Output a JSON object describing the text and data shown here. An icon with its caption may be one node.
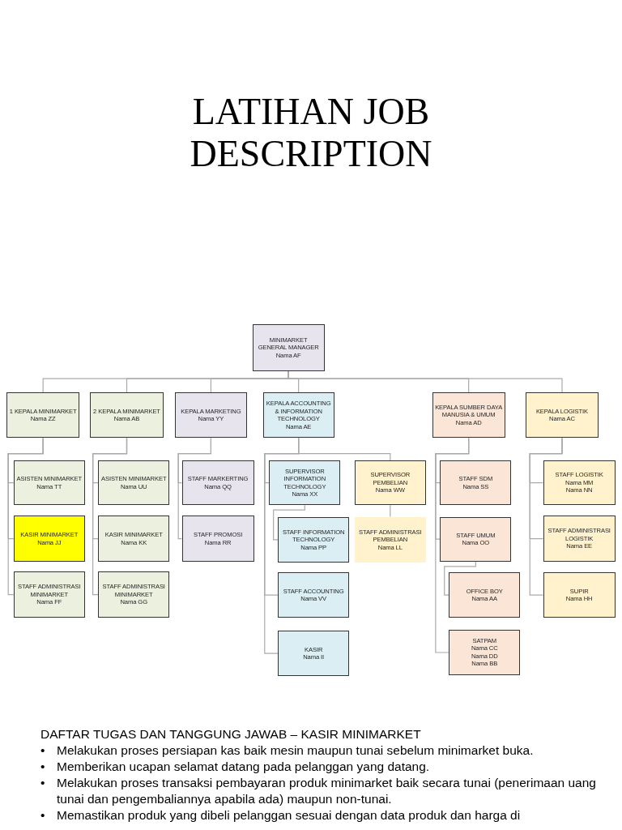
{
  "diagram": {
    "title": "LATIHAN JOB DESCRIPTION",
    "nodes": [
      {
        "text": [
          "MINIMARKET GENERAL MANAGER",
          "Nama AF"
        ]
      },
      {
        "text": [
          "1 KEPALA MINIMARKET",
          "Nama ZZ"
        ]
      },
      {
        "text": [
          "2 KEPALA MINIMARKET",
          "Nama AB"
        ]
      },
      {
        "text": [
          "KEPALA MARKETING",
          "Nama YY"
        ]
      },
      {
        "text": [
          "KEPALA ACCOUNTING & INFORMATION TECHNOLOGY",
          "Nama AE"
        ]
      },
      {
        "text": [
          "KEPALA SUMBER DAYA MANUSIA & UMUM",
          "Nama AD"
        ]
      },
      {
        "text": [
          "KEPALA LOGISTIK",
          "Nama AC"
        ]
      },
      {
        "text": [
          "ASISTEN MINIMARKET",
          "Nama TT"
        ]
      },
      {
        "text": [
          "KASIR MINIMARKET",
          "Nama JJ"
        ]
      },
      {
        "text": [
          "STAFF ADMINISTRASI MINIMARKET",
          "Nama FF"
        ]
      },
      {
        "text": [
          "ASISTEN MINIMARKET",
          "Nama UU"
        ]
      },
      {
        "text": [
          "KASIR MINIMARKET",
          "Nama KK"
        ]
      },
      {
        "text": [
          "STAFF ADMINISTRASI MINIMARKET",
          "Nama GG"
        ]
      },
      {
        "text": [
          "STAFF MARKERTING",
          "Nama QQ"
        ]
      },
      {
        "text": [
          "STAFF PROMOSI",
          "Nama RR"
        ]
      },
      {
        "text": [
          "SUPERVISOR INFORMATION TECHNOLOGY",
          "Nama XX"
        ]
      },
      {
        "text": [
          "SUPERVISOR PEMBELIAN",
          "Nama WW"
        ]
      },
      {
        "text": [
          "STAFF INFORMATION TECHNOLOGY",
          "Nama PP"
        ]
      },
      {
        "text": [
          "STAFF ADMINISTRASI PEMBELIAN",
          "Nama LL"
        ]
      },
      {
        "text": [
          "STAFF ACCOUNTING",
          "Nama VV"
        ]
      },
      {
        "text": [
          "KASIR",
          "Nama II"
        ]
      },
      {
        "text": [
          "STAFF SDM",
          "Nama SS"
        ]
      },
      {
        "text": [
          "STAFF UMUM",
          "Nama OO"
        ]
      },
      {
        "text": [
          "OFFICE BOY",
          "Nama AA"
        ]
      },
      {
        "text": [
          "SATPAM",
          "Nama CC",
          "Nama DD",
          "Nama BB"
        ]
      },
      {
        "text": [
          "STAFF LOGISTIK",
          "Nama MM",
          "Nama NN"
        ]
      },
      {
        "text": [
          "STAFF ADMINISTRASI LOGISTIK",
          "Nama EE"
        ]
      },
      {
        "text": [
          "SUPIR",
          "Nama HH"
        ]
      }
    ],
    "edges": [
      {
        "from": 0,
        "to": 1,
        "arrow": "none"
      },
      {
        "from": 0,
        "to": 2,
        "arrow": "none"
      },
      {
        "from": 0,
        "to": 3,
        "arrow": "none"
      },
      {
        "from": 0,
        "to": 4,
        "arrow": "none"
      },
      {
        "from": 0,
        "to": 5,
        "arrow": "none"
      },
      {
        "from": 0,
        "to": 6,
        "arrow": "none"
      },
      {
        "from": 1,
        "to": 7,
        "arrow": "none"
      },
      {
        "from": 1,
        "to": 8,
        "arrow": "none"
      },
      {
        "from": 1,
        "to": 9,
        "arrow": "none"
      },
      {
        "from": 2,
        "to": 10,
        "arrow": "none"
      },
      {
        "from": 2,
        "to": 11,
        "arrow": "none"
      },
      {
        "from": 2,
        "to": 12,
        "arrow": "none"
      },
      {
        "from": 3,
        "to": 13,
        "arrow": "none"
      },
      {
        "from": 3,
        "to": 14,
        "arrow": "none"
      },
      {
        "from": 4,
        "to": 15,
        "arrow": "none"
      },
      {
        "from": 4,
        "to": 16,
        "arrow": "none"
      },
      {
        "from": 15,
        "to": 17,
        "arrow": "none"
      },
      {
        "from": 16,
        "to": 18,
        "arrow": "none"
      },
      {
        "from": 4,
        "to": 19,
        "arrow": "none"
      },
      {
        "from": 4,
        "to": 20,
        "arrow": "none"
      },
      {
        "from": 5,
        "to": 21,
        "arrow": "none"
      },
      {
        "from": 5,
        "to": 22,
        "arrow": "none"
      },
      {
        "from": 22,
        "to": 23,
        "arrow": "none"
      },
      {
        "from": 5,
        "to": 24,
        "arrow": "none"
      },
      {
        "from": 6,
        "to": 25,
        "arrow": "none"
      },
      {
        "from": 6,
        "to": 26,
        "arrow": "none"
      },
      {
        "from": 6,
        "to": 27,
        "arrow": "none"
      }
    ],
    "labels": [
      "DAFTAR TUGAS DAN TANGGUNG JAWAB – KASIR MINIMARKET",
      "•",
      "Melakukan proses persiapan kas baik mesin maupun tunai sebelum minimarket buka.",
      "•",
      "Memberikan ucapan selamat datang pada pelanggan yang datang.",
      "•",
      "Melakukan proses transaksi pembayaran produk minimarket baik secara tunai (penerimaan uang tunai dan pengembaliannya apabila ada) maupun non-tunai.",
      "•",
      "Memastikan produk yang dibeli pelanggan sesuai dengan data produk dan harga di"
    ]
  }
}
